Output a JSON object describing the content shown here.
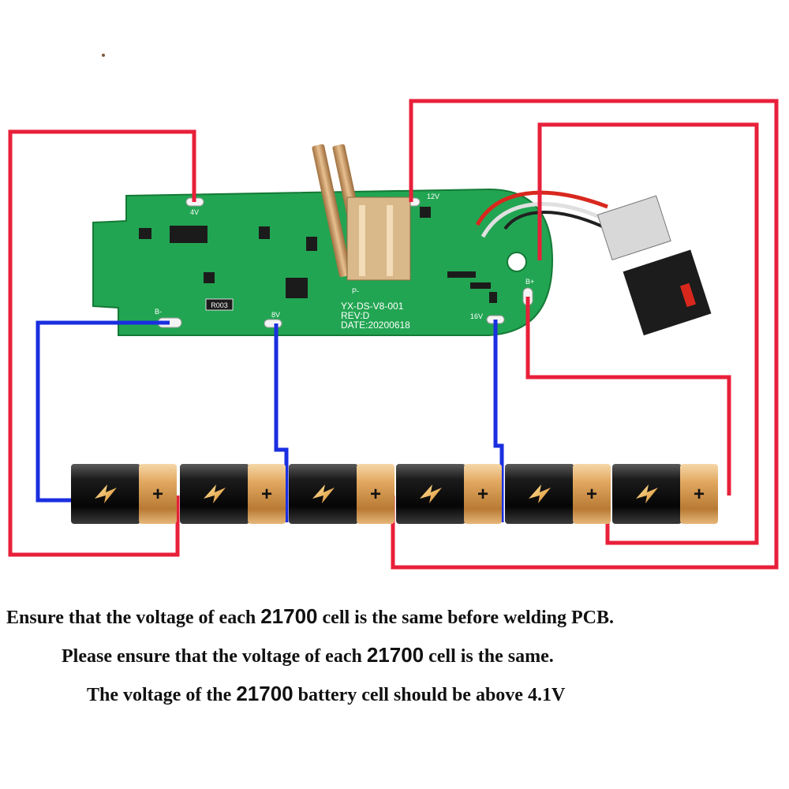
{
  "pcb": {
    "model": "YX-DS-V8-001",
    "rev": "REV:D",
    "date": "DATE:20200618",
    "resistor": "R003",
    "pads": {
      "p4v": "4V",
      "p12v": "12V",
      "p8v": "8V",
      "p16v": "16V",
      "bplus": "B+",
      "bminus": "B-",
      "pminus": "P-"
    }
  },
  "batteries": {
    "count": 6,
    "plus_symbol": "+",
    "bolt_icon": "lightning-bolt-icon"
  },
  "colors": {
    "positive_wire": "#e8203a",
    "negative_wire": "#1a2fe0",
    "pcb_green": "#1e9e4a",
    "cell_gold": "#e2a860"
  },
  "notes": [
    {
      "before": "Ensure that the voltage of each ",
      "num": "21700",
      "after": " cell is the same before welding PCB."
    },
    {
      "before": "Please ensure that the voltage of each ",
      "num": "21700",
      "after": " cell is the same."
    },
    {
      "before": "The voltage of the ",
      "num": "21700",
      "after": " battery cell should be above 4.1V"
    }
  ]
}
